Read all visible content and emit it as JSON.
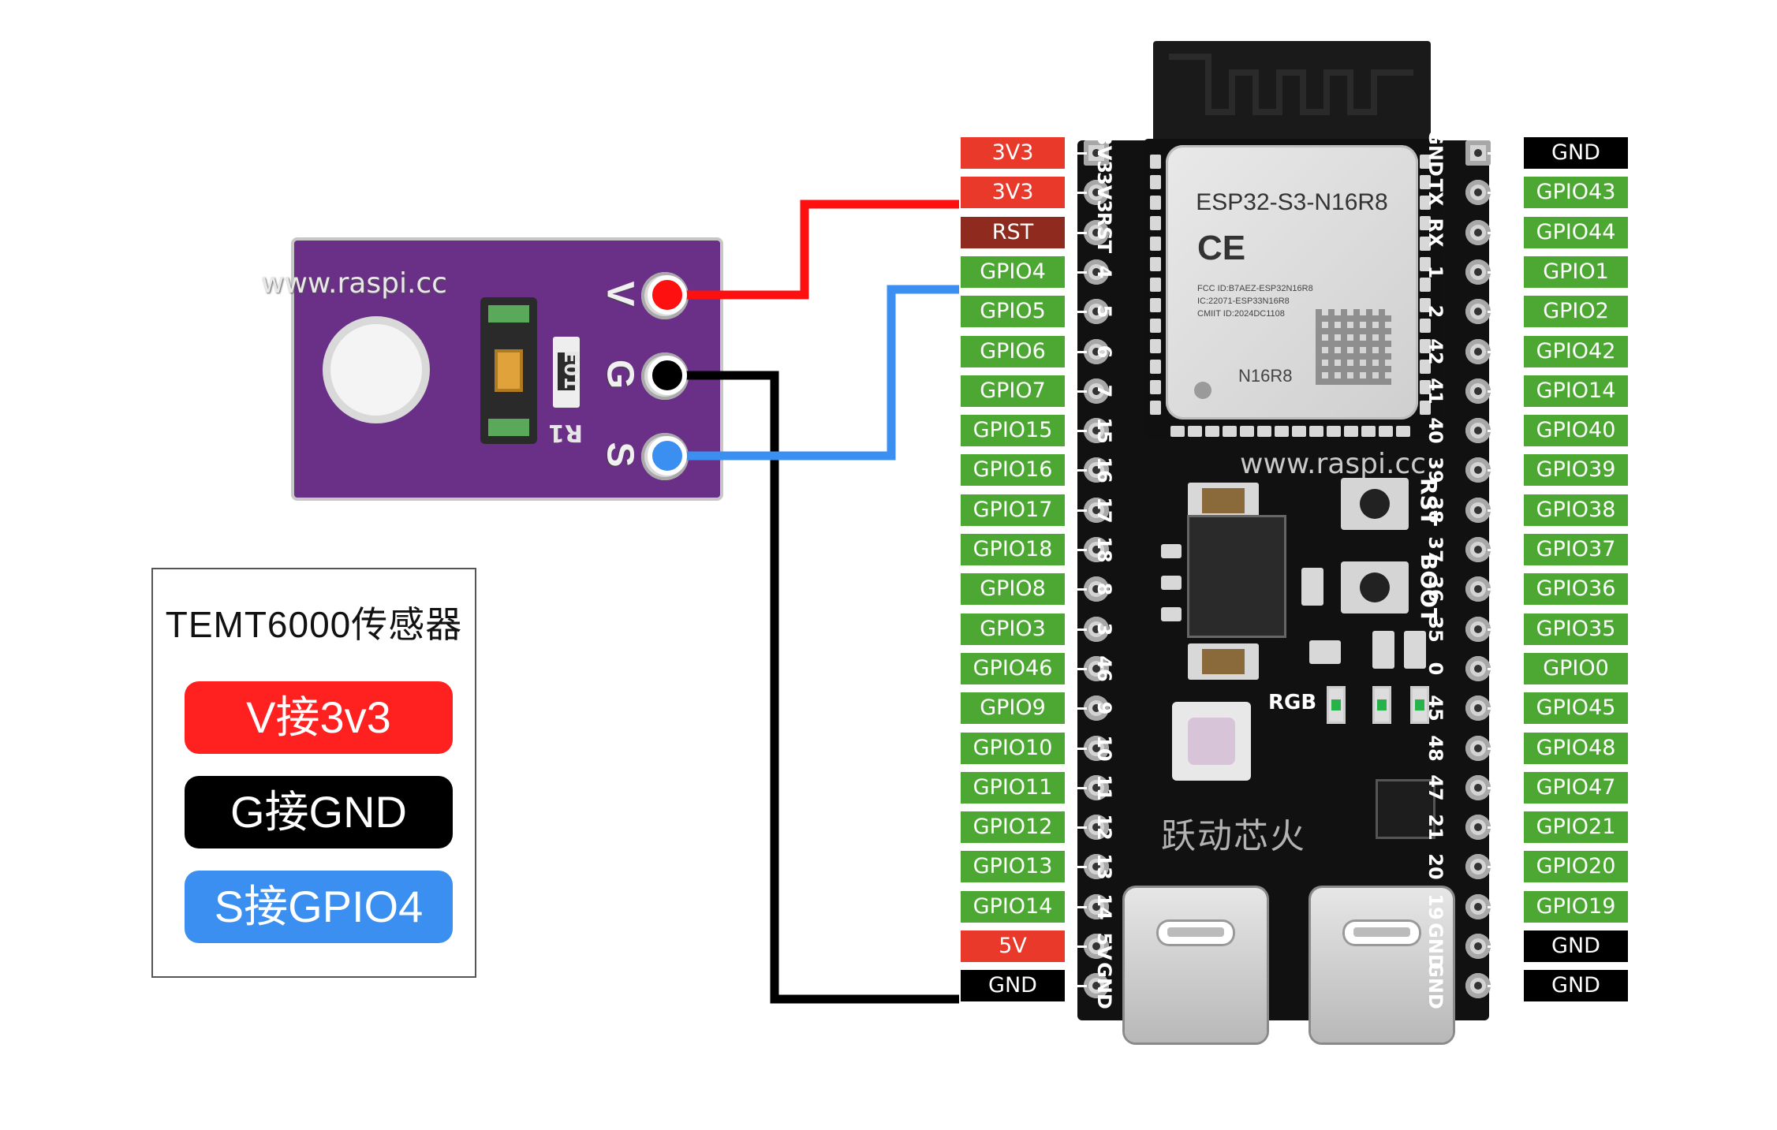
{
  "colors": {
    "power": "#e8392a",
    "rst": "#8e2a1e",
    "gpio": "#4ca832",
    "gnd": "#000000",
    "wire_red": "#ff1010",
    "wire_black": "#000000",
    "wire_blue": "#3a8ff0",
    "legend_red": "#ff2020",
    "legend_black": "#000000",
    "legend_blue": "#3a8ff0"
  },
  "sensor": {
    "watermark": "www.raspi.cc",
    "silk_v": "V",
    "silk_g": "G",
    "silk_s": "S",
    "silk_e01": "E01",
    "silk_r1": "R1"
  },
  "legend": {
    "title": "TEMT6000传感器",
    "v_label": "V接3v3",
    "g_label": "G接GND",
    "s_label": "S接GPIO4"
  },
  "board": {
    "module_name": "ESP32-S3-N16R8",
    "ce_mark": "CE",
    "fcc_line": "FCC ID:B7AEZ-ESP32N16R8",
    "ic_line": "IC:22071-ESP33N16R8",
    "cmiit_line": "CMIIT ID:2024DC1108",
    "module_variant": "N16R8",
    "watermark": "www.raspi.cc",
    "rst_button_label": "RST",
    "boot_button_label": "BOOT",
    "rgb_label": "RGB",
    "brand_logo": "跃动芯火",
    "silk_left": [
      "3V3",
      "3V3",
      "RST",
      "4",
      "5",
      "6",
      "7",
      "15",
      "16",
      "17",
      "18",
      "8",
      "3",
      "46",
      "9",
      "10",
      "11",
      "12",
      "13",
      "14",
      "5V",
      "GND"
    ],
    "silk_right": [
      "GND",
      "TX",
      "RX",
      "1",
      "2",
      "42",
      "41",
      "40",
      "39",
      "38",
      "37",
      "36",
      "35",
      "0",
      "45",
      "48",
      "47",
      "21",
      "20",
      "19",
      "GND",
      "GND"
    ]
  },
  "left_pins": [
    {
      "label": "3V3",
      "type": "power"
    },
    {
      "label": "3V3",
      "type": "power"
    },
    {
      "label": "RST",
      "type": "rst"
    },
    {
      "label": "GPIO4",
      "type": "gpio"
    },
    {
      "label": "GPIO5",
      "type": "gpio"
    },
    {
      "label": "GPIO6",
      "type": "gpio"
    },
    {
      "label": "GPIO7",
      "type": "gpio"
    },
    {
      "label": "GPIO15",
      "type": "gpio"
    },
    {
      "label": "GPIO16",
      "type": "gpio"
    },
    {
      "label": "GPIO17",
      "type": "gpio"
    },
    {
      "label": "GPIO18",
      "type": "gpio"
    },
    {
      "label": "GPIO8",
      "type": "gpio"
    },
    {
      "label": "GPIO3",
      "type": "gpio"
    },
    {
      "label": "GPIO46",
      "type": "gpio"
    },
    {
      "label": "GPIO9",
      "type": "gpio"
    },
    {
      "label": "GPIO10",
      "type": "gpio"
    },
    {
      "label": "GPIO11",
      "type": "gpio"
    },
    {
      "label": "GPIO12",
      "type": "gpio"
    },
    {
      "label": "GPIO13",
      "type": "gpio"
    },
    {
      "label": "GPIO14",
      "type": "gpio"
    },
    {
      "label": "5V",
      "type": "power"
    },
    {
      "label": "GND",
      "type": "gnd"
    }
  ],
  "right_pins": [
    {
      "label": "GND",
      "type": "gnd"
    },
    {
      "label": "GPIO43",
      "type": "gpio"
    },
    {
      "label": "GPIO44",
      "type": "gpio"
    },
    {
      "label": "GPIO1",
      "type": "gpio"
    },
    {
      "label": "GPIO2",
      "type": "gpio"
    },
    {
      "label": "GPIO42",
      "type": "gpio"
    },
    {
      "label": "GPIO14",
      "type": "gpio"
    },
    {
      "label": "GPIO40",
      "type": "gpio"
    },
    {
      "label": "GPIO39",
      "type": "gpio"
    },
    {
      "label": "GPIO38",
      "type": "gpio"
    },
    {
      "label": "GPIO37",
      "type": "gpio"
    },
    {
      "label": "GPIO36",
      "type": "gpio"
    },
    {
      "label": "GPIO35",
      "type": "gpio"
    },
    {
      "label": "GPIO0",
      "type": "gpio"
    },
    {
      "label": "GPIO45",
      "type": "gpio"
    },
    {
      "label": "GPIO48",
      "type": "gpio"
    },
    {
      "label": "GPIO47",
      "type": "gpio"
    },
    {
      "label": "GPIO21",
      "type": "gpio"
    },
    {
      "label": "GPIO20",
      "type": "gpio"
    },
    {
      "label": "GPIO19",
      "type": "gpio"
    },
    {
      "label": "GND",
      "type": "gnd"
    },
    {
      "label": "GND",
      "type": "gnd"
    }
  ],
  "connections": [
    {
      "from": "V",
      "to_left_pin": 1,
      "color": "red"
    },
    {
      "from": "G",
      "to_left_pin": 21,
      "color": "black"
    },
    {
      "from": "S",
      "to_left_pin": 3,
      "color": "blue"
    }
  ]
}
